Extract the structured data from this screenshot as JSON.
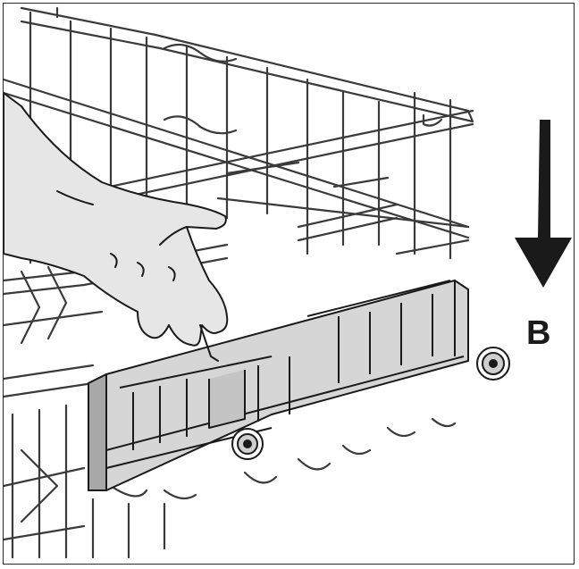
{
  "figure": {
    "direction_label": "B",
    "colors": {
      "ink": "#1a1a1a",
      "wire": "#3a3a3a",
      "skin": "#e6e6e6",
      "holder_fill": "#d6d6d6",
      "holder_dark": "#a8a8a8",
      "arrow": "#1a1a1a"
    },
    "icons": [
      "down-arrow-icon",
      "wheel-icon",
      "hand-illustration",
      "dish-rack-illustration"
    ]
  }
}
